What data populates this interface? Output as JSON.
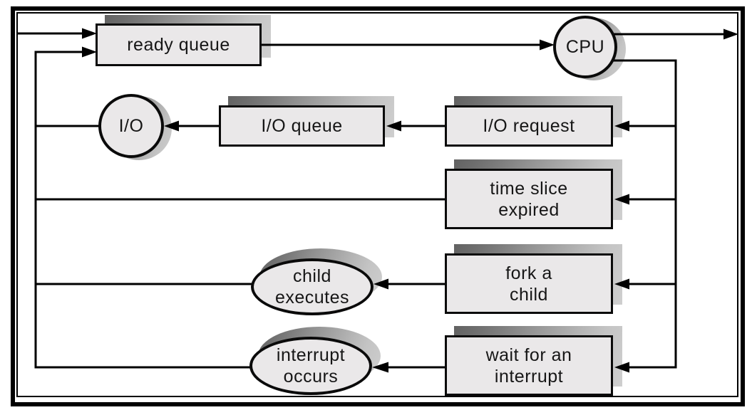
{
  "diagram_type": "process-scheduling-queueing-diagram",
  "nodes": {
    "ready_queue": {
      "label": "ready queue",
      "shape": "rect"
    },
    "cpu": {
      "label": "CPU",
      "shape": "circle"
    },
    "io": {
      "label": "I/O",
      "shape": "circle"
    },
    "io_queue": {
      "label": "I/O queue",
      "shape": "rect"
    },
    "io_request": {
      "label": "I/O request",
      "shape": "rect"
    },
    "time_slice_expired": {
      "label": "time slice\nexpired",
      "shape": "rect"
    },
    "fork_a_child": {
      "label": "fork a\nchild",
      "shape": "rect"
    },
    "wait_for_interrupt": {
      "label": "wait for an\ninterrupt",
      "shape": "rect"
    },
    "child_executes": {
      "label": "child\nexecutes",
      "shape": "ellipse"
    },
    "interrupt_occurs": {
      "label": "interrupt\noccurs",
      "shape": "ellipse"
    }
  },
  "edges": [
    {
      "from": "entry",
      "to": "ready_queue"
    },
    {
      "from": "ready_queue",
      "to": "cpu"
    },
    {
      "from": "cpu",
      "to": "exit"
    },
    {
      "from": "cpu",
      "to": "io_request"
    },
    {
      "from": "cpu",
      "to": "time_slice_expired"
    },
    {
      "from": "cpu",
      "to": "fork_a_child"
    },
    {
      "from": "cpu",
      "to": "wait_for_interrupt"
    },
    {
      "from": "io_request",
      "to": "io_queue"
    },
    {
      "from": "io_queue",
      "to": "io"
    },
    {
      "from": "io",
      "to": "ready_queue"
    },
    {
      "from": "time_slice_expired",
      "to": "ready_queue"
    },
    {
      "from": "fork_a_child",
      "to": "child_executes"
    },
    {
      "from": "child_executes",
      "to": "ready_queue"
    },
    {
      "from": "wait_for_interrupt",
      "to": "interrupt_occurs"
    },
    {
      "from": "interrupt_occurs",
      "to": "ready_queue"
    }
  ],
  "colors": {
    "node_fill": "#eae8e9",
    "line": "#000000",
    "shadow_dark": "#626262",
    "shadow_light": "#cfcfcf",
    "background": "#ffffff"
  }
}
